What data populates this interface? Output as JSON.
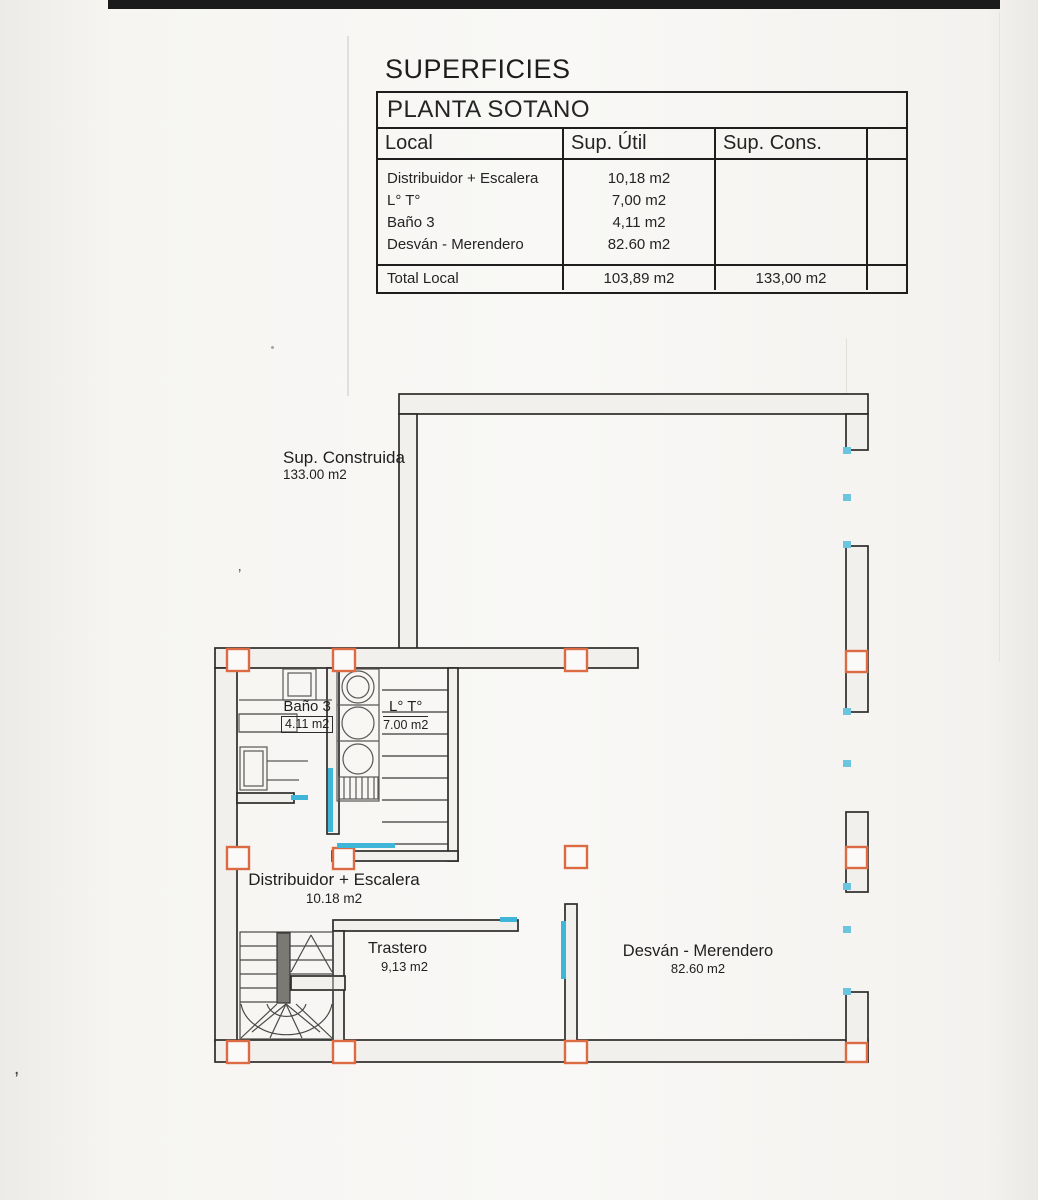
{
  "document": {
    "title": "SUPERFICIES",
    "table": {
      "title": "PLANTA SOTANO",
      "headers": {
        "local": "Local",
        "sup_util": "Sup. Útil",
        "sup_cons": "Sup. Cons."
      },
      "rows": [
        {
          "local": "Distribuidor + Escalera",
          "sup_util": "10,18 m2"
        },
        {
          "local": "L° T°",
          "sup_util": "7,00 m2"
        },
        {
          "local": "Baño 3",
          "sup_util": "4,11 m2"
        },
        {
          "local": "Desván - Merendero",
          "sup_util": "82.60 m2"
        }
      ],
      "total": {
        "local": "Total Local",
        "sup_util": "103,89 m2",
        "sup_cons": "133,00 m2"
      }
    },
    "plan": {
      "built": {
        "label": "Sup. Construida",
        "value": "133.00 m2"
      },
      "rooms": {
        "bano": {
          "name": "Baño 3",
          "area": "4.11 m2"
        },
        "lt": {
          "name": "L° T°",
          "area": "7.00 m2"
        },
        "distribuidor": {
          "name": "Distribuidor + Escalera",
          "area": "10.18 m2"
        },
        "trastero": {
          "name": "Trastero",
          "area": "9,13 m2"
        },
        "desvan": {
          "name": "Desván - Merendero",
          "area": "82.60 m2"
        }
      },
      "colors": {
        "column_marker": "#dc6a42",
        "carpentry_mark": "#3fb6d8",
        "wall_line": "#2e2c2a"
      }
    },
    "artifacts": {
      "apostrophe": "’",
      "comma": ","
    }
  }
}
